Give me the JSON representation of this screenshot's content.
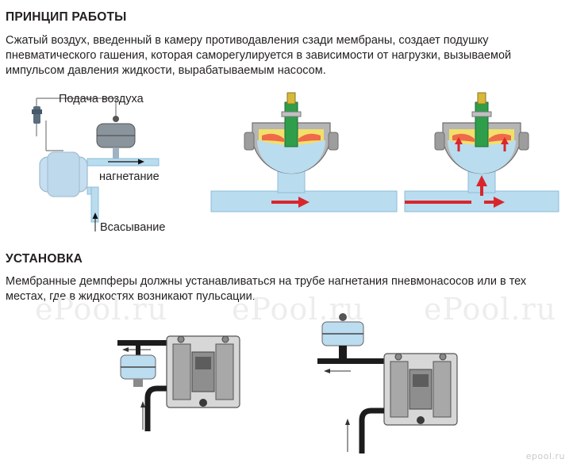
{
  "section1": {
    "heading": "ПРИНЦИП РАБОТЫ",
    "paragraph": "Сжатый воздух, введенный в камеру противодавления сзади мембраны, создает подушку пневматического гашения, которая саморегулируется в зависимости от нагрузки, вызывае­мой импульсом давления жидкости, вырабатываемым насосом."
  },
  "diagram1": {
    "air_supply_label": "Подача воздуха",
    "discharge_label": "нагнетание",
    "suction_label": "Всасывание"
  },
  "section2": {
    "heading": "УСТАНОВКА",
    "paragraph": "Мембранные демпферы должны устанавливаться на трубе нагнетания пневмонасосов или в тех местах, где в жидкостях возникают пульсации."
  },
  "watermarks": [
    "ePool.ru",
    "ePool.ru",
    "ePool.ru"
  ],
  "corner_mark": "epool.ru",
  "colors": {
    "pipe": "#b9dcef",
    "pipe_stroke": "#8dbcd8",
    "arrow": "#d9262c",
    "metal": "#a9a9a9"
  }
}
